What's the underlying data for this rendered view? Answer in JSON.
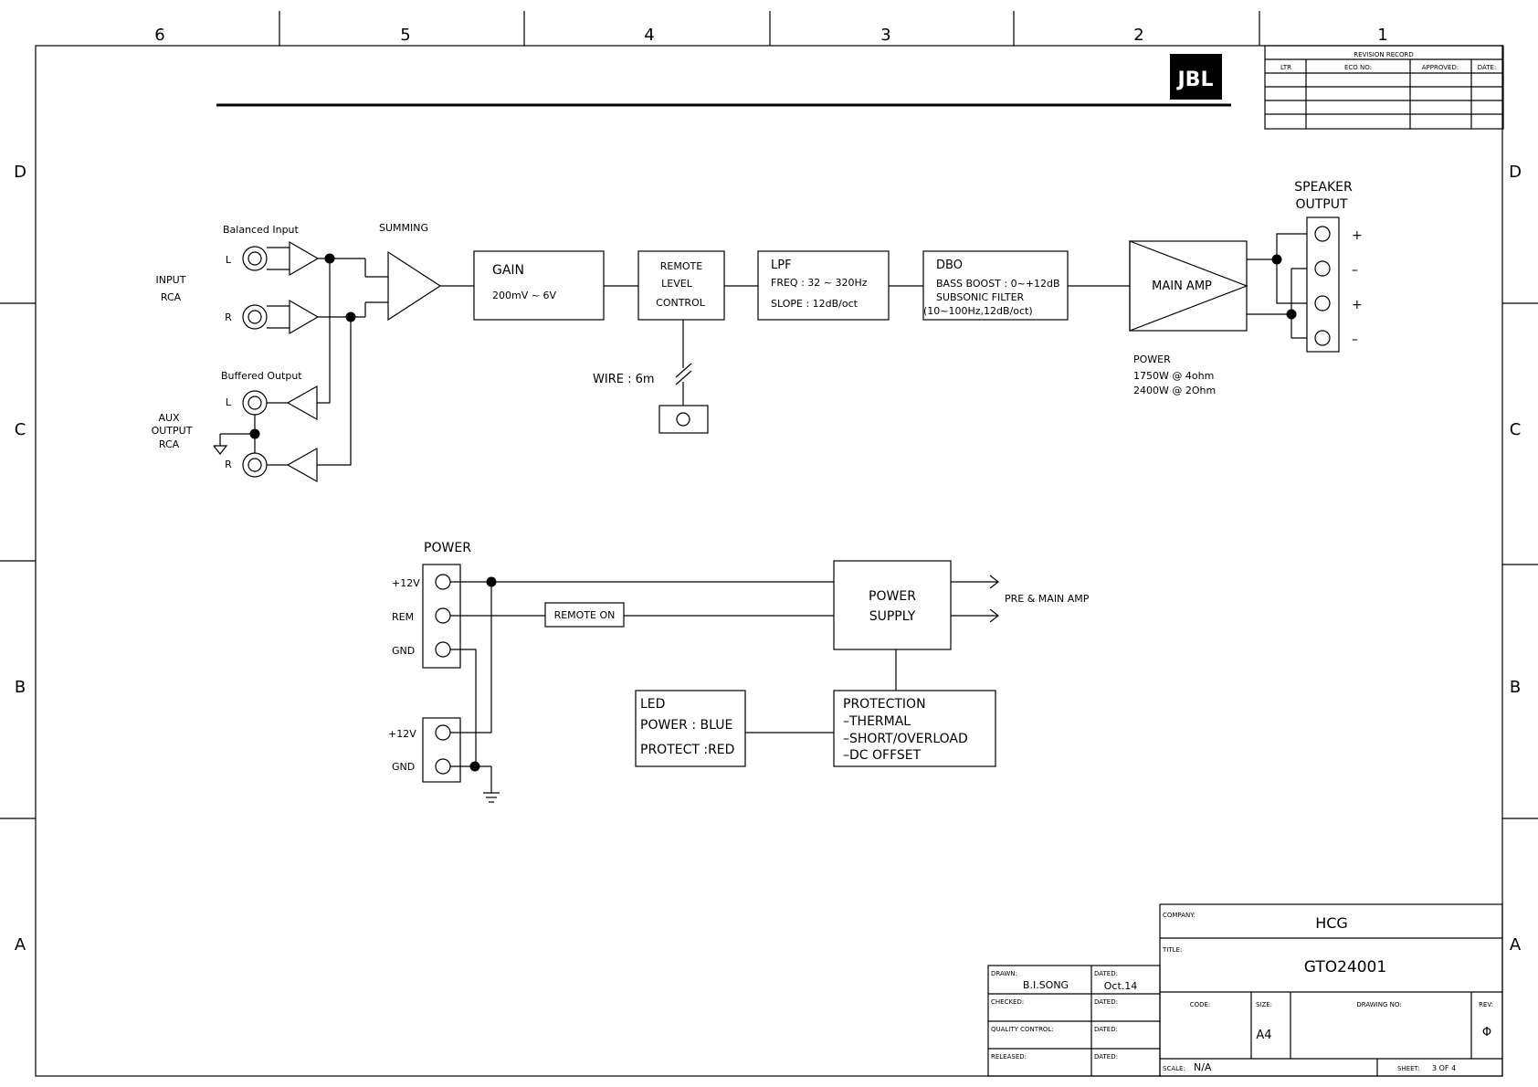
{
  "frame": {
    "columns": [
      "6",
      "5",
      "4",
      "3",
      "2",
      "1"
    ],
    "rows": [
      "D",
      "C",
      "B",
      "A"
    ]
  },
  "logo_text": "JBL",
  "revision": {
    "title": "REVISION RECORD",
    "headers": [
      "LTR",
      "ECO NO:",
      "APPROVED:",
      "DATE:"
    ]
  },
  "signal": {
    "balanced_input": "Balanced Input",
    "input_rca": [
      "INPUT",
      "RCA"
    ],
    "ch_l": "L",
    "ch_r": "R",
    "buffered_output": "Buffered Output",
    "aux_rca": [
      "AUX",
      "OUTPUT",
      "RCA"
    ],
    "summing": "SUMMING",
    "gain": [
      "GAIN",
      "200mV ~ 6V"
    ],
    "remote_level": [
      "REMOTE",
      "LEVEL",
      "CONTROL"
    ],
    "wire": "WIRE : 6m",
    "lpf": [
      "LPF",
      "FREQ : 32 ~ 320Hz",
      "SLOPE : 12dB/oct"
    ],
    "dbo": [
      "DBO",
      "BASS BOOST : 0~+12dB",
      "SUBSONIC FILTER",
      "(10~100Hz,12dB/oct)"
    ],
    "main_amp": "MAIN AMP",
    "speaker_output": [
      "SPEAKER",
      "OUTPUT"
    ],
    "terminal_signs": [
      "+",
      "–",
      "+",
      "–"
    ],
    "power_spec": [
      "POWER",
      "1750W @ 4ohm",
      "2400W @ 2Ohm"
    ]
  },
  "power": {
    "title": "POWER",
    "terminals_top": [
      "+12V",
      "REM",
      "GND"
    ],
    "terminals_bottom": [
      "+12V",
      "GND"
    ],
    "remote_on": "REMOTE ON",
    "power_supply": [
      "POWER",
      "SUPPLY"
    ],
    "pre_main": "PRE & MAIN AMP",
    "led": [
      "LED",
      "POWER : BLUE",
      "PROTECT :RED"
    ],
    "protection": [
      "PROTECTION",
      "–THERMAL",
      "–SHORT/OVERLOAD",
      "–DC OFFSET"
    ]
  },
  "title_block": {
    "company_label": "COMPANY:",
    "company": "HCG",
    "title_label": "TITLE:",
    "title": "GTO24001",
    "drawn_label": "DRAWN:",
    "drawn": "B.I.SONG",
    "dated_label": "DATED:",
    "dated": "Oct.14",
    "checked_label": "CHECKED:",
    "qc_label": "QUALITY CONTROL:",
    "released_label": "RELEASED:",
    "code_label": "CODE:",
    "size_label": "SIZE:",
    "size": "A4",
    "drawing_label": "DRAWING NO:",
    "rev_label": "REV:",
    "rev": "Φ",
    "scale_label": "SCALE:",
    "scale": "N/A",
    "sheet_label": "SHEET:",
    "sheet": "3  OF  4"
  }
}
